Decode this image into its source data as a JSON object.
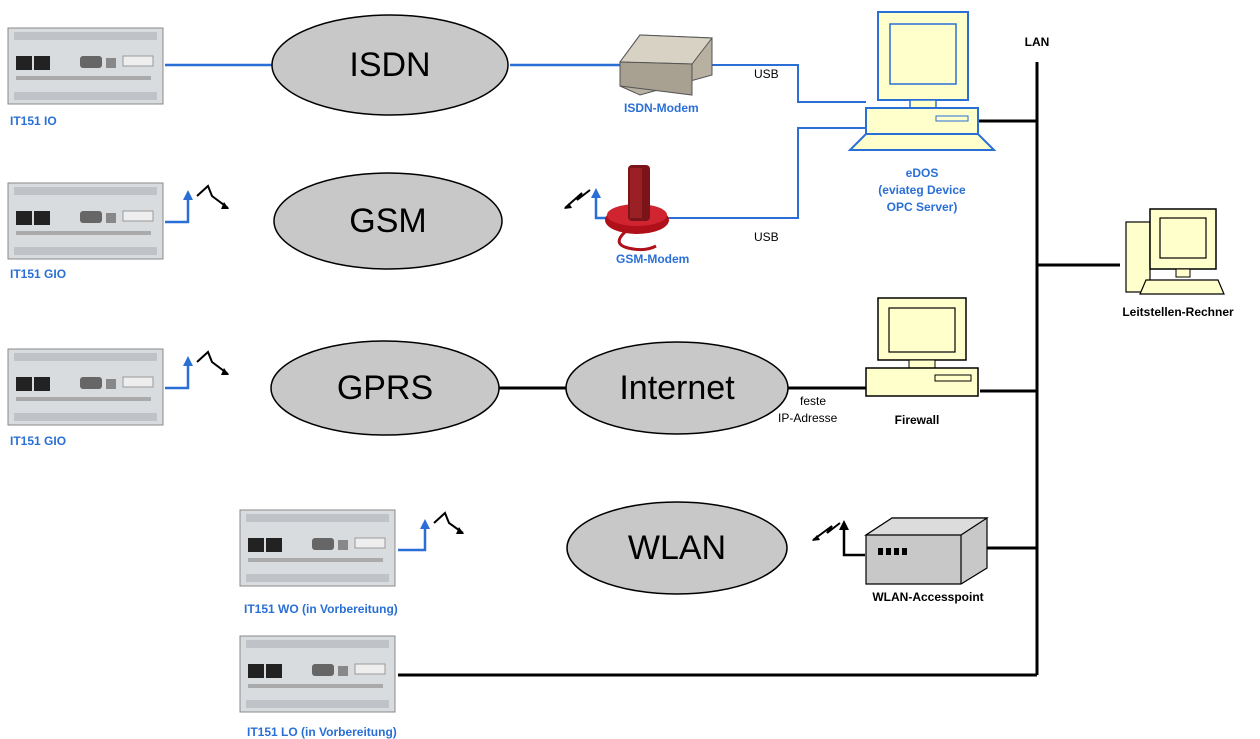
{
  "colors": {
    "blue": "#2a6fd6",
    "cloud": "#c8c8c8",
    "line": "#000000",
    "computer": "#ffffcc",
    "computer_stroke": "#2a6fd6"
  },
  "devices": [
    {
      "label": "IT151 IO"
    },
    {
      "label": "IT151 GIO"
    },
    {
      "label": "IT151 GIO"
    },
    {
      "label": "IT151 WO (in Vorbereitung)"
    },
    {
      "label": "IT151 LO (in Vorbereitung)"
    }
  ],
  "networks": [
    {
      "label": "ISDN"
    },
    {
      "label": "GSM"
    },
    {
      "label": "GPRS"
    },
    {
      "label": "Internet"
    },
    {
      "label": "WLAN"
    }
  ],
  "labels": {
    "isdn_modem": "ISDN-Modem",
    "gsm_modem": "GSM-Modem",
    "usb1": "USB",
    "usb2": "USB",
    "edos_1": "eDOS",
    "edos_2": "(eviateg Device",
    "edos_3": "OPC Server)",
    "lan": "LAN",
    "leitstelle": "Leitstellen-Rechner",
    "firewall": "Firewall",
    "feste_1": "feste",
    "feste_2": "IP-Adresse",
    "wlan_ap": "WLAN-Accesspoint"
  }
}
